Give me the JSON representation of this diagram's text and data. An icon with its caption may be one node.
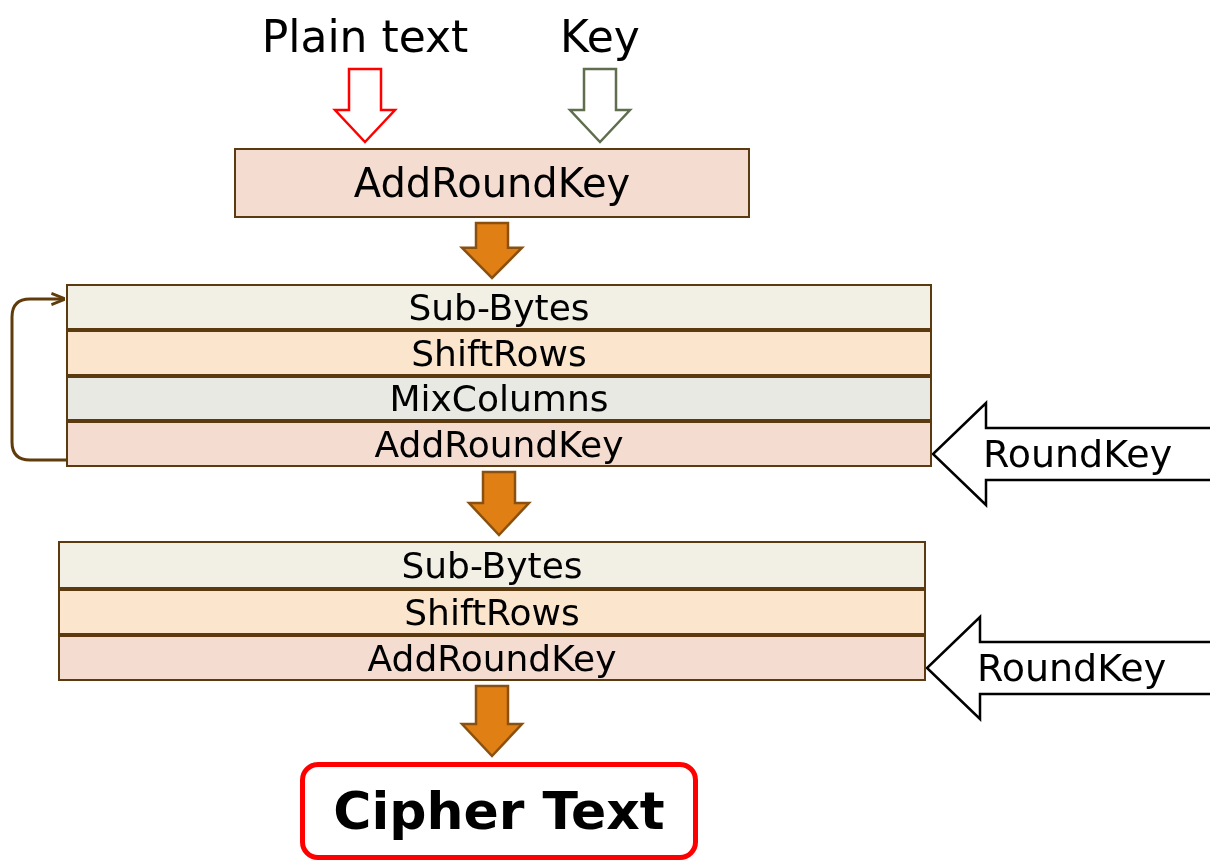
{
  "diagram": {
    "nodes": [
      {
        "text": [
          "Plain text"
        ]
      },
      {
        "text": [
          "Key"
        ]
      },
      {
        "text": [
          "AddRoundKey"
        ]
      },
      {
        "text": [
          "Sub-Bytes"
        ]
      },
      {
        "text": [
          "ShiftRows"
        ]
      },
      {
        "text": [
          "MixColumns"
        ]
      },
      {
        "text": [
          "AddRoundKey"
        ]
      },
      {
        "text": [
          "Sub-Bytes"
        ]
      },
      {
        "text": [
          "ShiftRows"
        ]
      },
      {
        "text": [
          "AddRoundKey"
        ]
      },
      {
        "text": [
          "Cipher Text"
        ]
      }
    ],
    "edges": [
      {
        "from": 0,
        "to": 2,
        "arrow": "to",
        "style": "thick",
        "color": "#ff0000"
      },
      {
        "from": 1,
        "to": 2,
        "arrow": "to",
        "style": "thick",
        "color": "#5f6e4c"
      },
      {
        "from": 2,
        "to": 3,
        "arrow": "to",
        "style": "thick"
      },
      {
        "from": 6,
        "to": 3,
        "arrow": "to",
        "color": "#603c0c"
      },
      {
        "from": null,
        "to": 6,
        "arrow": "to",
        "style": "thick",
        "color": "#000000",
        "label": "RoundKey"
      },
      {
        "from": 6,
        "to": 7,
        "arrow": "to",
        "style": "thick"
      },
      {
        "from": null,
        "to": 9,
        "arrow": "to",
        "style": "thick",
        "color": "#000000",
        "label": "RoundKey"
      },
      {
        "from": 9,
        "to": 10,
        "arrow": "to",
        "style": "thick"
      }
    ]
  }
}
